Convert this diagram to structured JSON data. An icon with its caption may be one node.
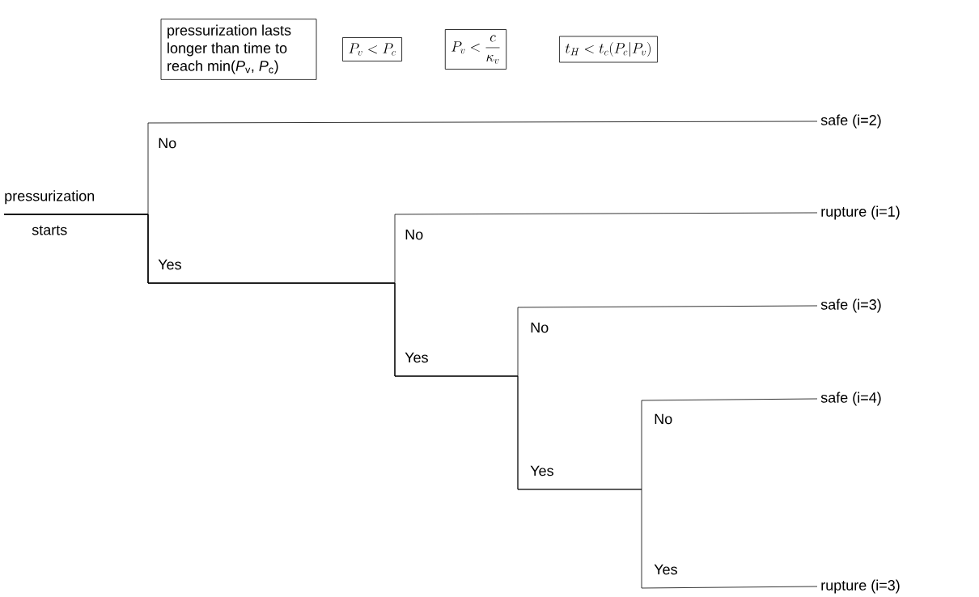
{
  "diagram": {
    "nodes": [
      {
        "text": [
          "pressurization lasts longer than time to reach min(*P*$_{v}$, *P*$_{c}$)"
        ]
      },
      {
        "text": [
          "P_v < P_c"
        ]
      },
      {
        "text": [
          "P_v < \\frac{c}{\\kappa_v}"
        ]
      },
      {
        "text": [
          "t_H < t_c(P_c|P_v)"
        ]
      },
      {
        "text": [
          "pressurization",
          "starts"
        ]
      },
      {
        "text": [
          "safe (i=2)"
        ]
      },
      {
        "text": [
          "rupture (i=1)"
        ]
      },
      {
        "text": [
          "safe (i=3)"
        ]
      },
      {
        "text": [
          "safe (i=4)"
        ]
      },
      {
        "text": [
          "rupture (i=3)"
        ]
      }
    ],
    "edges": [
      {
        "from": 4,
        "to": 5,
        "arrow": "none"
      },
      {
        "from": 4,
        "to": 6,
        "arrow": "none"
      },
      {
        "from": 4,
        "to": 7,
        "arrow": "none"
      },
      {
        "from": 4,
        "to": 8,
        "arrow": "none"
      },
      {
        "from": 4,
        "to": 9,
        "arrow": "none"
      }
    ],
    "labels": [
      "No",
      "No",
      "Yes",
      "No",
      "Yes",
      "No",
      "Yes",
      "Yes"
    ]
  }
}
